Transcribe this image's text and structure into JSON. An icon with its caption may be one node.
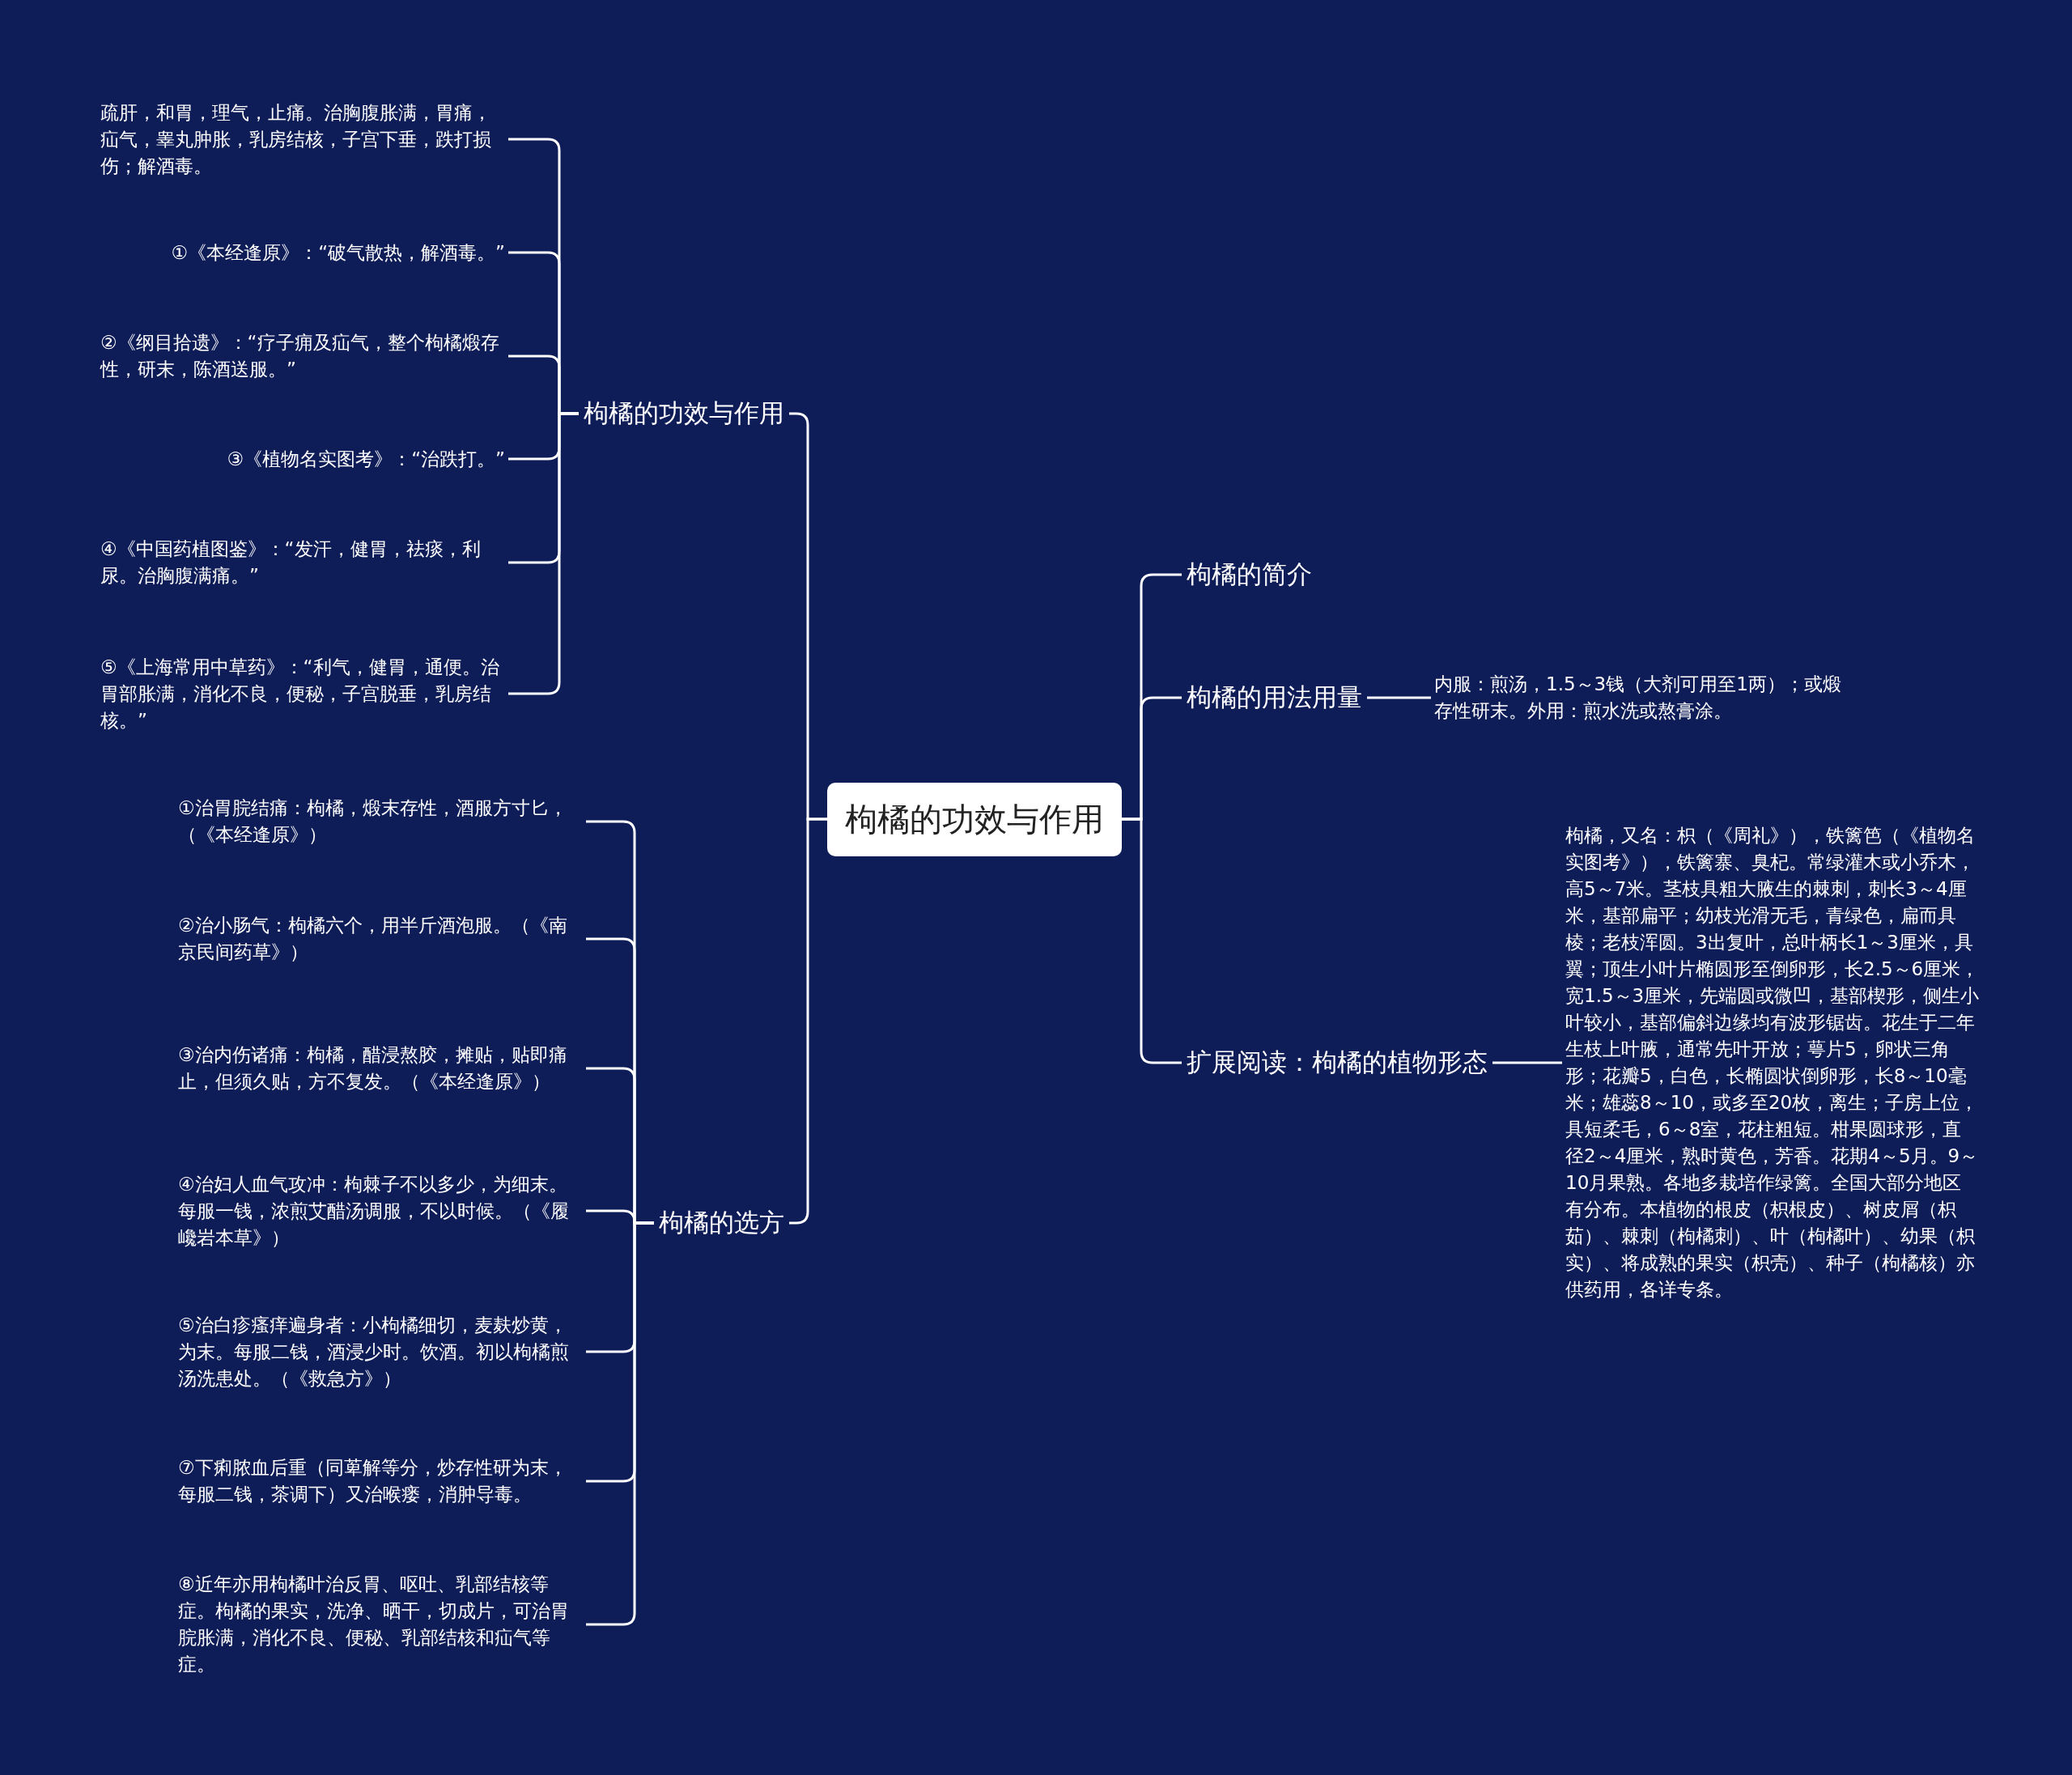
{
  "diagram": {
    "nodes": [
      {
        "text": [
          "枸橘的功效与作用"
        ]
      },
      {
        "text": [
          "枸橘的功效与作用"
        ]
      },
      {
        "text": [
          "疏肝，和胃，理气，止痛。治胸腹胀满，胃痛，疝气，睾丸肿胀，乳房结核，子宫下垂，跌打损伤；解酒毒。"
        ]
      },
      {
        "text": [
          "①《本经逢原》：“破气散热，解酒毒。”"
        ]
      },
      {
        "text": [
          "②《纲目拾遗》：“疗子痈及疝气，整个枸橘煅存性，研末，陈酒送服。”"
        ]
      },
      {
        "text": [
          "③《植物名实图考》：“治跌打。”"
        ]
      },
      {
        "text": [
          "④《中国药植图鉴》：“发汗，健胃，祛痰，利尿。治胸腹满痛。”"
        ]
      },
      {
        "text": [
          "⑤《上海常用中草药》：“利气，健胃，通便。治胃部胀满，消化不良，便秘，子宫脱垂，乳房结核。”"
        ]
      },
      {
        "text": [
          "枸橘的选方"
        ]
      },
      {
        "text": [
          "①治胃脘结痛：枸橘，煅末存性，酒服方寸匕，（《本经逢原》）"
        ]
      },
      {
        "text": [
          "②治小肠气：枸橘六个，用半斤酒泡服。（《南京民间药草》）"
        ]
      },
      {
        "text": [
          "③治内伤诸痛：枸橘，醋浸熬胶，摊贴，贴即痛止，但须久贴，方不复发。（《本经逢原》）"
        ]
      },
      {
        "text": [
          "④治妇人血气攻冲：枸棘子不以多少，为细末。每服一钱，浓煎艾醋汤调服，不以时候。（《履巉岩本草》）"
        ]
      },
      {
        "text": [
          "⑤治白疹瘙痒遍身者：小枸橘细切，麦麸炒黄，为末。每服二钱，酒浸少时。饮酒。初以枸橘煎汤洗患处。（《救急方》）"
        ]
      },
      {
        "text": [
          "⑦下痢脓血后重（同萆解等分，炒存性研为末，每服二钱，茶调下）又治喉瘘，消肿导毒。"
        ]
      },
      {
        "text": [
          "⑧近年亦用枸橘叶治反胃、呕吐、乳部结核等症。枸橘的果实，洗净、晒干，切成片，可治胃脘胀满，消化不良、便秘、乳部结核和疝气等症。"
        ]
      },
      {
        "text": [
          "枸橘的简介"
        ]
      },
      {
        "text": [
          "枸橘的用法用量"
        ]
      },
      {
        "text": [
          "内服：煎汤，1.5～3钱（大剂可用至1两）；或煅存性研末。外用：煎水洗或熬膏涂。"
        ]
      },
      {
        "text": [
          "扩展阅读：枸橘的植物形态"
        ]
      },
      {
        "text": [
          "枸橘，又名：枳（《周礼》），铁篱笆（《植物名实图考》），铁篱寨、臭杞。常绿灌木或小乔木，高5～7米。茎枝具粗大腋生的棘刺，刺长3～4厘米，基部扁平；幼枝光滑无毛，青绿色，扁而具棱；老枝浑圆。3出复叶，总叶柄长1～3厘米，具翼；顶生小叶片椭圆形至倒卵形，长2.5～6厘米，宽1.5～3厘米，先端圆或微凹，基部楔形，侧生小叶较小，基部偏斜边缘均有波形锯齿。花生于二年生枝上叶腋，通常先叶开放；萼片5，卵状三角形；花瓣5，白色，长椭圆状倒卵形，长8～10毫米；雄蕊8～10，或多至20枚，离生；子房上位，具短柔毛，6～8室，花柱粗短。柑果圆球形，直径2～4厘米，熟时黄色，芳香。花期4～5月。9～10月果熟。各地多栽培作绿篱。全国大部分地区有分布。本植物的根皮（枳根皮）、树皮屑（枳茹）、棘刺（枸橘刺）、叶（枸橘叶）、幼果（枳实）、将成熟的果实（枳壳）、种子（枸橘核）亦供药用，各详专条。"
        ]
      }
    ],
    "edges": [
      {
        "from": 0,
        "to": 1,
        "arrow": "none"
      },
      {
        "from": 1,
        "to": 2,
        "arrow": "none"
      },
      {
        "from": 1,
        "to": 3,
        "arrow": "none"
      },
      {
        "from": 1,
        "to": 4,
        "arrow": "none"
      },
      {
        "from": 1,
        "to": 5,
        "arrow": "none"
      },
      {
        "from": 1,
        "to": 6,
        "arrow": "none"
      },
      {
        "from": 1,
        "to": 7,
        "arrow": "none"
      },
      {
        "from": 0,
        "to": 8,
        "arrow": "none"
      },
      {
        "from": 8,
        "to": 9,
        "arrow": "none"
      },
      {
        "from": 8,
        "to": 10,
        "arrow": "none"
      },
      {
        "from": 8,
        "to": 11,
        "arrow": "none"
      },
      {
        "from": 8,
        "to": 12,
        "arrow": "none"
      },
      {
        "from": 8,
        "to": 13,
        "arrow": "none"
      },
      {
        "from": 8,
        "to": 14,
        "arrow": "none"
      },
      {
        "from": 8,
        "to": 15,
        "arrow": "none"
      },
      {
        "from": 0,
        "to": 16,
        "arrow": "none"
      },
      {
        "from": 0,
        "to": 17,
        "arrow": "none"
      },
      {
        "from": 17,
        "to": 18,
        "arrow": "none"
      },
      {
        "from": 0,
        "to": 19,
        "arrow": "none"
      },
      {
        "from": 19,
        "to": 20,
        "arrow": "none"
      }
    ]
  }
}
